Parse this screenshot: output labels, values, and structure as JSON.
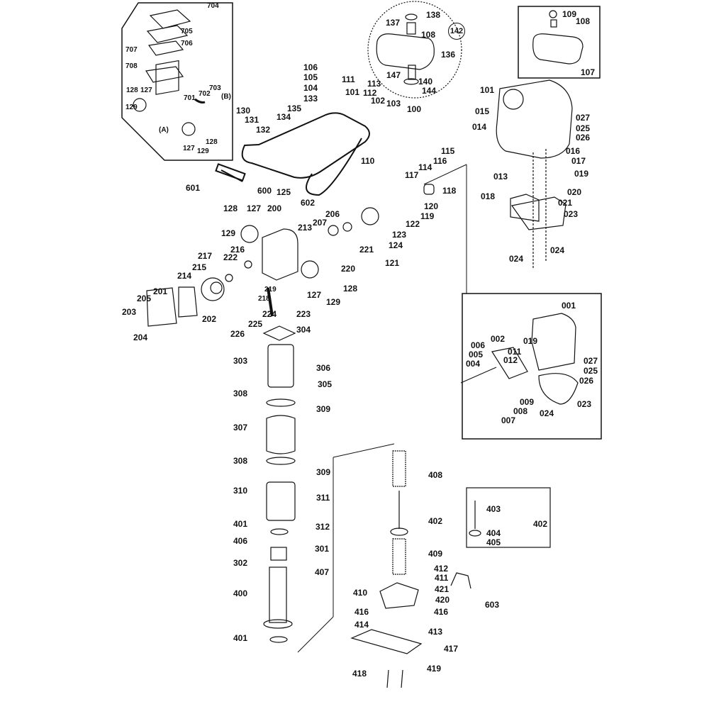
{
  "diagram": {
    "title": "",
    "type": "exploded parts diagram (vibratory rammer)",
    "ink_color": "#111111",
    "background_color": "#ffffff"
  },
  "callouts": {
    "air_cleaner": [
      "704",
      "705",
      "706",
      "707",
      "708",
      "701",
      "702",
      "703",
      "(B)",
      "(A)",
      "128",
      "127",
      "129",
      "127",
      "129",
      "128"
    ],
    "fuel_tank": [
      "138",
      "137",
      "108",
      "142",
      "136",
      "147",
      "140",
      "144"
    ],
    "muffler_cover": [
      "109",
      "108",
      "107"
    ],
    "handle": [
      "106",
      "105",
      "104",
      "111",
      "113",
      "112",
      "101",
      "102",
      "103",
      "100",
      "133",
      "135",
      "134",
      "130",
      "131",
      "132",
      "110",
      "601",
      "600",
      "125",
      "602"
    ],
    "engine_upper": [
      "101",
      "015",
      "014",
      "027",
      "025",
      "026",
      "016",
      "017",
      "013",
      "018",
      "019",
      "020",
      "021",
      "023",
      "024",
      "024",
      "115",
      "116",
      "114",
      "117",
      "118"
    ],
    "crankcase": [
      "128",
      "127",
      "200",
      "206",
      "207",
      "213",
      "129",
      "216",
      "217",
      "222",
      "215",
      "214",
      "219",
      "218",
      "220",
      "221",
      "121",
      "123",
      "124",
      "122",
      "119",
      "120",
      "127",
      "128",
      "129",
      "201",
      "205",
      "203",
      "204",
      "202",
      "226",
      "225",
      "224",
      "223",
      "304"
    ],
    "leg": [
      "303",
      "306",
      "305",
      "308",
      "309",
      "307",
      "308",
      "309",
      "310",
      "311",
      "312",
      "401",
      "406",
      "301",
      "302",
      "407",
      "400",
      "401"
    ],
    "engine_detail": [
      "001",
      "006",
      "005",
      "004",
      "002",
      "019",
      "011",
      "012",
      "027",
      "025",
      "026",
      "009",
      "008",
      "007",
      "024",
      "023"
    ],
    "spring_assembly": [
      "408",
      "402",
      "409",
      "412",
      "411",
      "421",
      "410",
      "420",
      "603",
      "416",
      "416",
      "414",
      "413",
      "417",
      "418",
      "419"
    ],
    "piston_rod_detail": [
      "403",
      "402",
      "404",
      "405"
    ]
  }
}
